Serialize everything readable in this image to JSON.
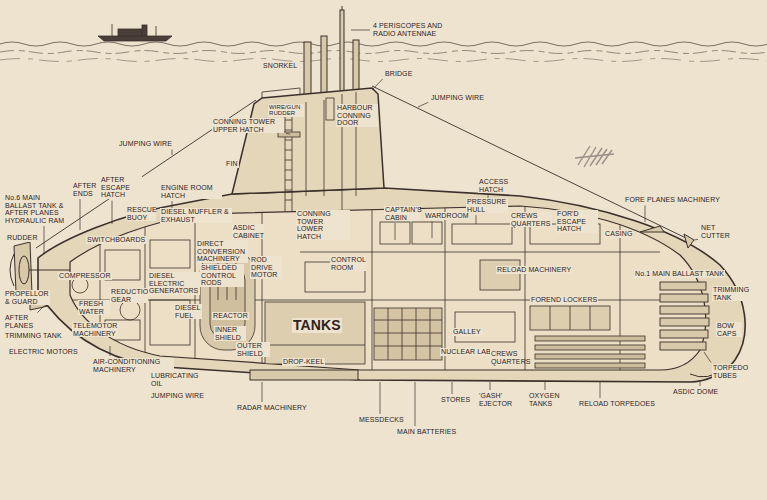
{
  "diagram": {
    "labels": [
      "4 PERISCOPES AND RADIO ANTENNAE",
      "SNORKEL",
      "BRIDGE",
      "JUMPING WIRE",
      "WIRE/GUN RUDDER",
      "HARBOUR CONNING DOOR",
      "CONNING TOWER UPPER HATCH",
      "JUMPING WIRE",
      "FIN",
      "AFTER ENDS",
      "No.6 MAIN BALLAST TANK & AFTER PLANES HYDRAULIC RAM",
      "AFTER ESCAPE HATCH",
      "ENGINE ROOM HATCH",
      "RESCUE BUOY",
      "DIESEL MUFFLER & EXHAUST",
      "SWITCHBOARDS",
      "ASDIC CABINET",
      "CONNING TOWER LOWER HATCH",
      "CAPTAIN'S CABIN",
      "WARDROOM",
      "ACCESS HATCH",
      "PRESSURE HULL",
      "CREWS QUARTERS",
      "FOR'D ESCAPE HATCH",
      "FORE PLANES MACHINERY",
      "NET CUTTER",
      "CASING",
      "RUDDER",
      "COMPRESSOR",
      "DIRECT CONVERSION MACHINERY",
      "SHIELDED CONTROL RODS",
      "ROD DRIVE MOTOR",
      "CONTROL ROOM",
      "RELOAD MACHINERY",
      "No.1 MAIN BALLAST TANK",
      "TRIMMING TANK",
      "BOW CAPS",
      "PROPELLOR & GUARD",
      "REDUCTION GEAR",
      "DIESEL ELECTRIC GENERATORS",
      "FOREND LOCKERS",
      "TORPEDO TUBES",
      "TANKS",
      "DIESEL FUEL",
      "REACTOR",
      "INNER SHIELD",
      "OUTER SHIELD",
      "FRESH WATER",
      "AFTER PLANES",
      "TRIMMING TANK",
      "TELEMOTOR MACHINERY",
      "ELECTRIC MOTORS",
      "GALLEY",
      "NUCLEAR LAB",
      "CREWS QUARTERS",
      "AIR-CONDITIONING MACHINERY",
      "LUBRICATING OIL",
      "DROP-KEEL",
      "JUMPING WIRE",
      "RADAR MACHINERY",
      "MESSDECKS",
      "STORES",
      "'GASH' EJECTOR",
      "OXYGEN TANKS",
      "RELOAD TORPEDOES",
      "ASDIC DOME",
      "MAIN BATTERIES"
    ]
  }
}
